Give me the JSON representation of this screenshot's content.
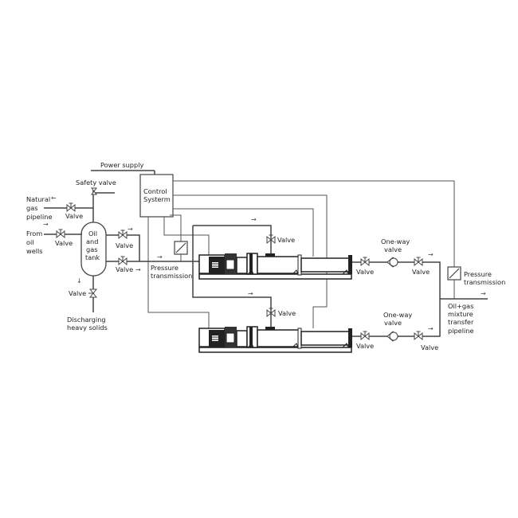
{
  "labels": {
    "power_supply": "Power supply",
    "safety_valve": "Safety  valve",
    "control_system": [
      "Control",
      "Systerm"
    ],
    "natural_gas": [
      "Natural",
      "gas",
      "pipeline"
    ],
    "from_oil_wells": [
      "From",
      "oil",
      "wells"
    ],
    "tank": [
      "Oil",
      "and",
      "gas",
      "tank"
    ],
    "valve": "Valve",
    "pressure_transmission": [
      "Pressure",
      "transmission"
    ],
    "discharging": [
      "Discharging",
      "heavy solids"
    ],
    "one_way_valve": [
      "One-way",
      "valve"
    ],
    "pipeline": [
      "Oil+gas",
      "mixture",
      "transfer",
      "pipeline"
    ]
  },
  "arrow": "→",
  "arrow_left": "←",
  "arrow_down": "↓"
}
